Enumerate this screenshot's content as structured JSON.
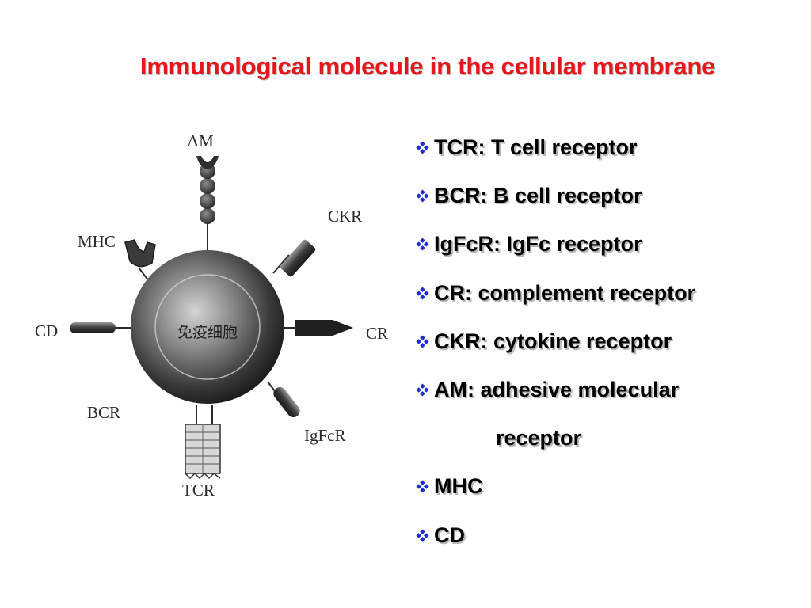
{
  "title": "Immunological molecule in the cellular membrane",
  "diagram": {
    "cell_label": "免疫细胞",
    "labels": {
      "am": "AM",
      "ckr": "CKR",
      "mhc": "MHC",
      "cd": "CD",
      "cr": "CR",
      "bcr": "BCR",
      "igfcr": "IgFcR",
      "tcr": "TCR"
    }
  },
  "bullets": [
    {
      "text": "TCR: T cell receptor",
      "bullet": true
    },
    {
      "text": "BCR: B cell receptor",
      "bullet": true
    },
    {
      "text": "IgFcR: IgFc receptor",
      "bullet": true
    },
    {
      "text": "CR: complement receptor",
      "bullet": true
    },
    {
      "text": "CKR: cytokine receptor",
      "bullet": true
    },
    {
      "text": "AM: adhesive molecular",
      "bullet": true
    },
    {
      "text": "receptor",
      "bullet": false
    },
    {
      "text": "MHC",
      "bullet": true
    },
    {
      "text": "CD",
      "bullet": true
    }
  ],
  "colors": {
    "title": "#e8161b",
    "bullet_icon": "#1f2ed6"
  },
  "bullet_icon": "four-diamond-bullet-icon"
}
